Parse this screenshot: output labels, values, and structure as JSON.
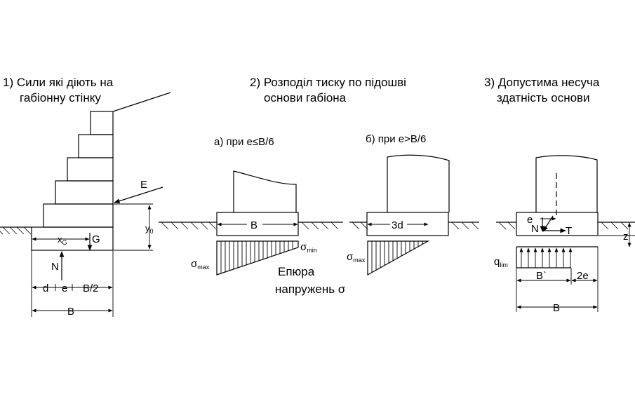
{
  "titles": {
    "fig1_line1": "1) Сили які діють на",
    "fig1_line2": "габіонну стінку",
    "fig2_line1": "2) Розподіл тиску по підошві",
    "fig2_line2": "основи габіона",
    "fig3_line1": "3) Допустима несуча",
    "fig3_line2": "здатність основи"
  },
  "fig1": {
    "label_E": "E",
    "label_G": "G",
    "label_N": "N",
    "label_xG_main": "x",
    "label_xG_sub": "G",
    "label_y0_main": "y",
    "label_y0_sub": "0",
    "label_d": "d",
    "label_e": "e",
    "label_B2": "B/2",
    "label_B": "B"
  },
  "fig2": {
    "case_a": "а) при e≤B/6",
    "case_b": "б) при e>B/6",
    "label_B": "B",
    "label_3d": "3d",
    "sigma": "σ",
    "sub_max": "max",
    "sub_min": "min",
    "epure_line1": "Епюра",
    "epure_line2": "напружень σ"
  },
  "fig3": {
    "label_e": "e",
    "label_N": "N",
    "label_T": "T",
    "label_z": "z",
    "label_q_main": "q",
    "label_q_sub": "lim",
    "label_Bprime": "B`",
    "label_2e": "2e",
    "label_B": "B"
  }
}
